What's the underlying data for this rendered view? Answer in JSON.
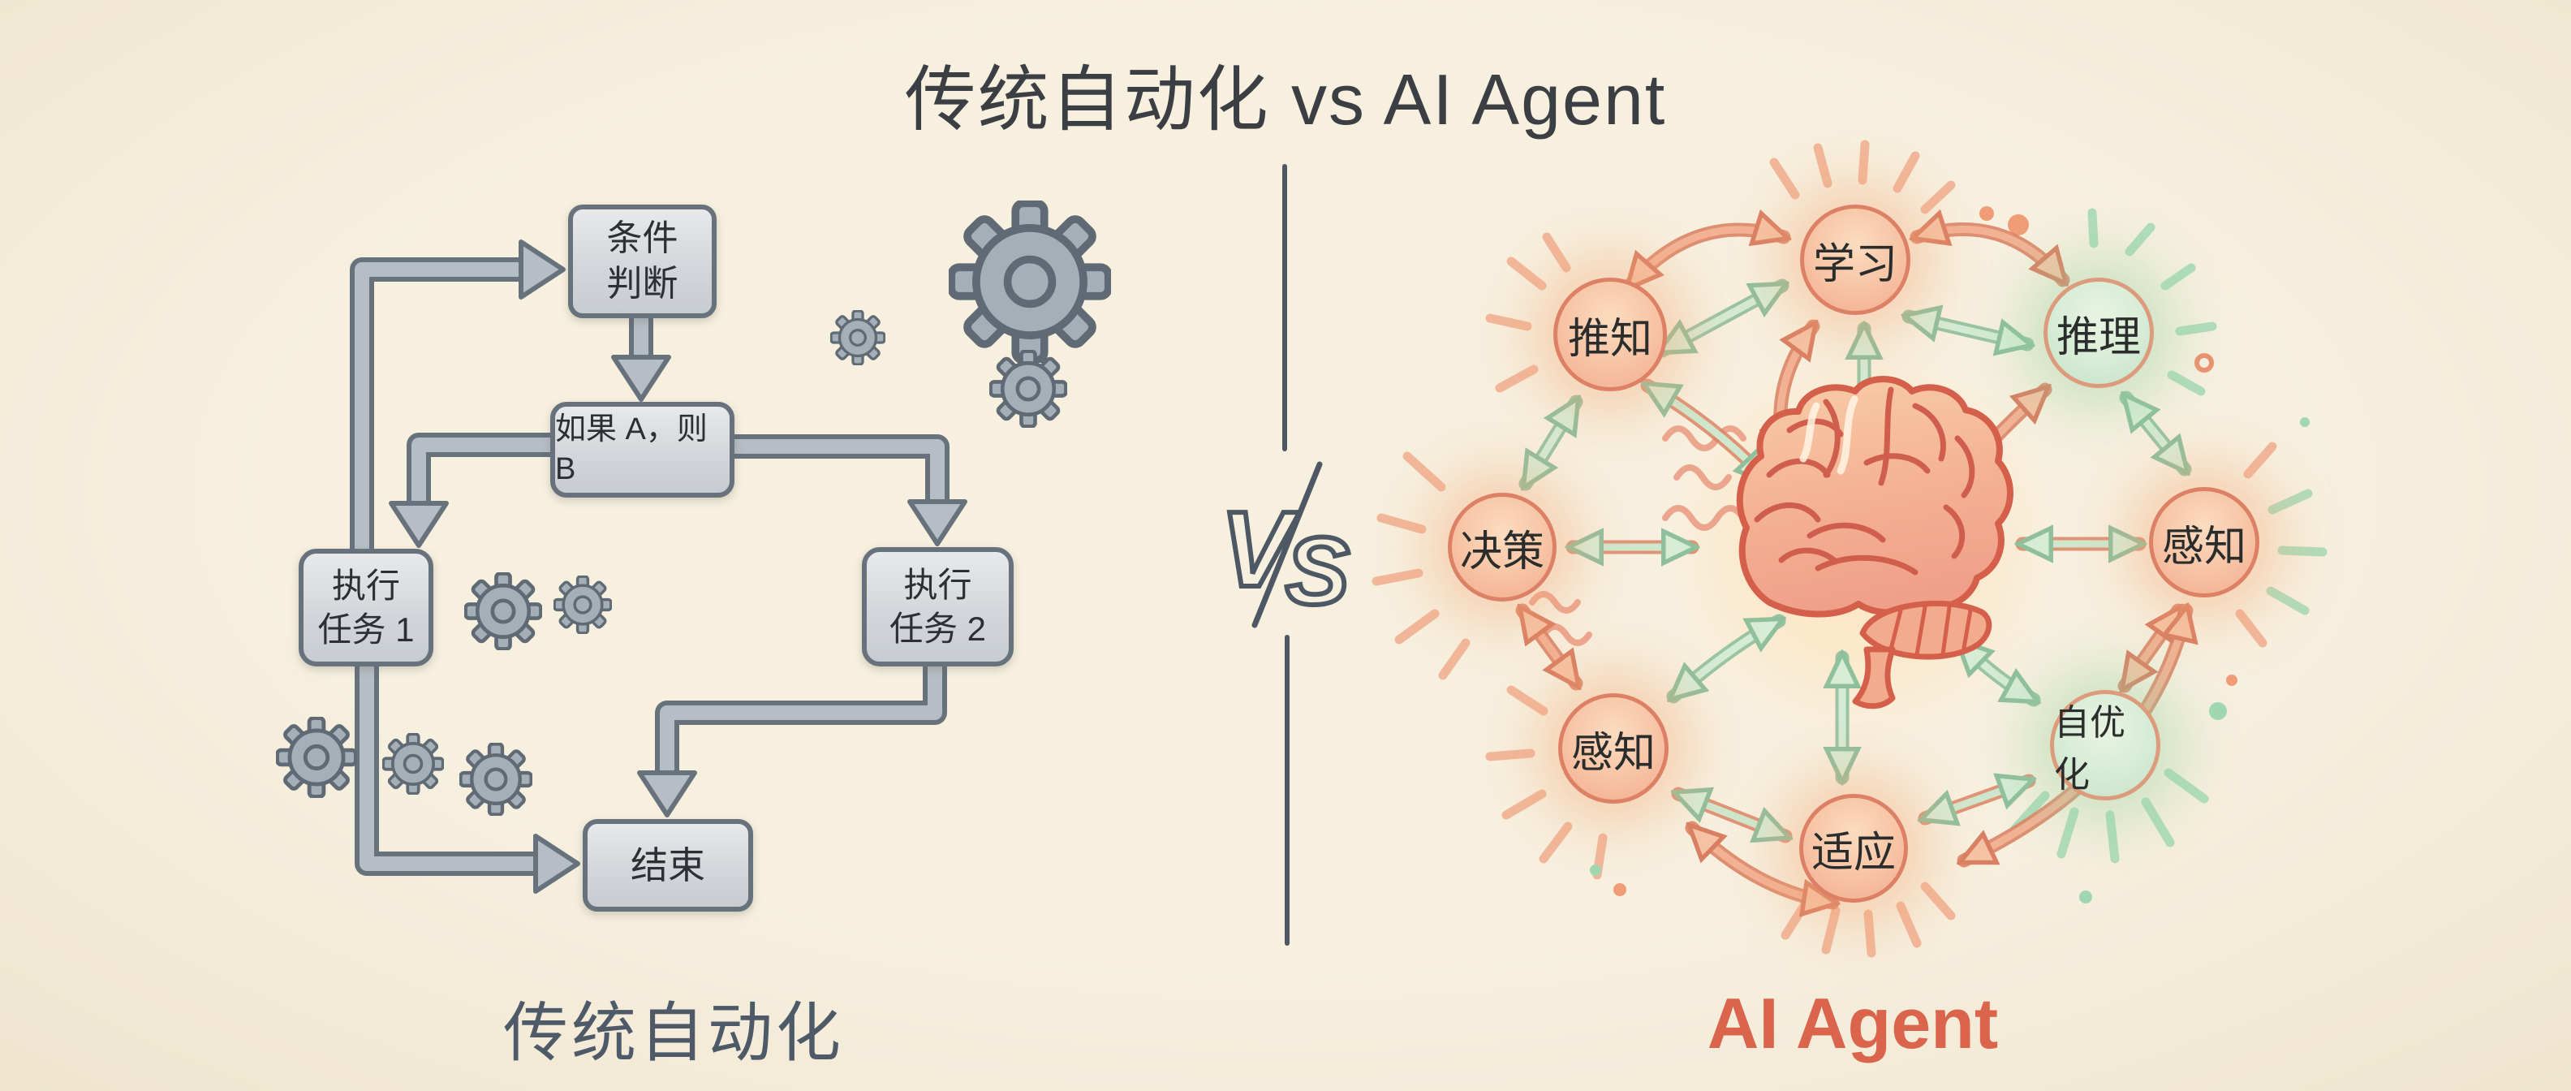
{
  "title": "传统自动化 vs AI Agent",
  "divider": {
    "v": "V",
    "s": "S"
  },
  "left": {
    "caption": "传统自动化",
    "boxes": {
      "condition": {
        "line1": "条件",
        "line2": "判断"
      },
      "rule": {
        "line1": "如果 A，则 B"
      },
      "task1": {
        "line1": "执行",
        "line2": "任务 1"
      },
      "task2": {
        "line1": "执行",
        "line2": "任务 2"
      },
      "end": {
        "line1": "结束"
      }
    }
  },
  "right": {
    "caption": "AI Agent",
    "nodes": {
      "learning": "学习",
      "inference": "推知",
      "reasoning": "推理",
      "decision": "决策",
      "perception_right": "感知",
      "perception_left": "感知",
      "self_optimization": "自优化",
      "adaptation": "适应"
    }
  },
  "colors": {
    "background": "#f4edda",
    "flow_gray": "#b6bdc4",
    "flow_outline": "#68727d",
    "coral": "#dd7c60",
    "peach_fill": "#f7c3a4",
    "mint_fill": "#d6ecd5",
    "mint_arrow": "#9fd8b0",
    "slate": "#4e5a67",
    "title_color": "#3b3f44",
    "agent_label_color": "#da654c"
  }
}
